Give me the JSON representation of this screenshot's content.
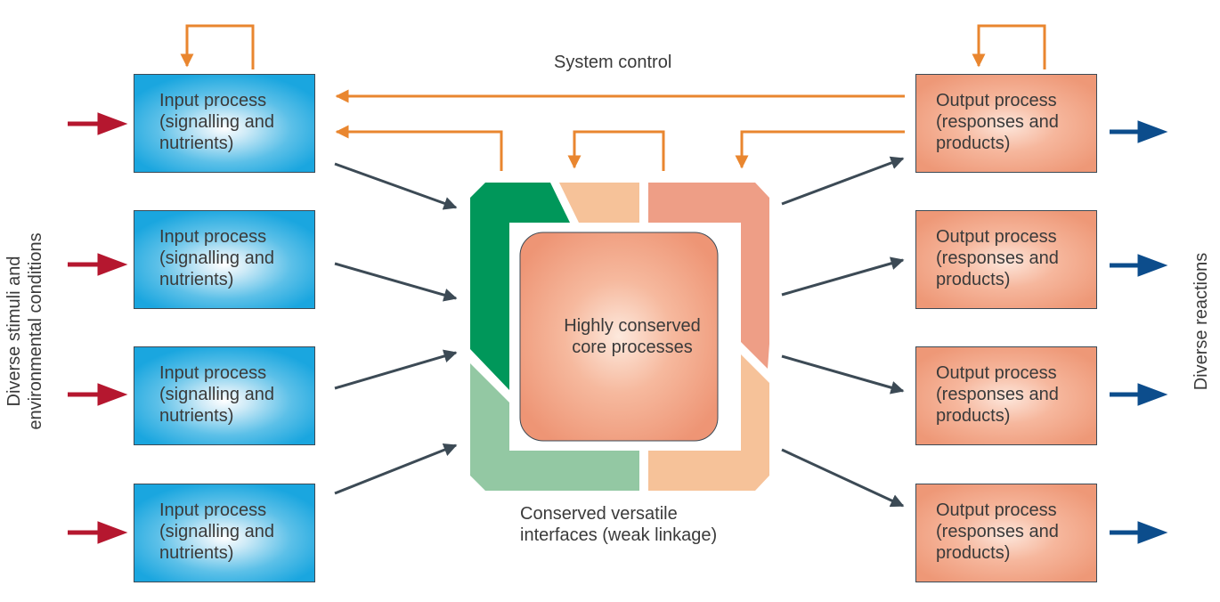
{
  "labels": {
    "system_control": "System control",
    "left_axis_line1": "Diverse stimuli and",
    "left_axis_line2": "environmental conditions",
    "right_axis": "Diverse reactions",
    "interfaces_line1": "Conserved versatile",
    "interfaces_line2": "interfaces (weak linkage)",
    "core_line1": "Highly conserved",
    "core_line2": "core processes"
  },
  "inputs": [
    {
      "line1": "Input process",
      "line2": "(signalling and",
      "line3": "nutrients)"
    },
    {
      "line1": "Input process",
      "line2": "(signalling and",
      "line3": "nutrients)"
    },
    {
      "line1": "Input process",
      "line2": "(signalling and",
      "line3": "nutrients)"
    },
    {
      "line1": "Input process",
      "line2": "(signalling and",
      "line3": "nutrients)"
    }
  ],
  "outputs": [
    {
      "line1": "Output process",
      "line2": "(responses and",
      "line3": "products)"
    },
    {
      "line1": "Output process",
      "line2": "(responses and",
      "line3": "products)"
    },
    {
      "line1": "Output process",
      "line2": "(responses and",
      "line3": "products)"
    },
    {
      "line1": "Output process",
      "line2": "(responses and",
      "line3": "products)"
    }
  ],
  "colors": {
    "stimulus_arrow": "#b5172f",
    "reaction_arrow": "#0c4d8c",
    "control_arrow": "#e9862f",
    "flow_arrow": "#3c4a55",
    "input_fill": "#1aa6df",
    "output_fill": "#ee9877",
    "interface_dark_green": "#00975a",
    "interface_light_green": "#93c8a3",
    "interface_salmon": "#ee9e86",
    "interface_peach": "#f6c299"
  }
}
